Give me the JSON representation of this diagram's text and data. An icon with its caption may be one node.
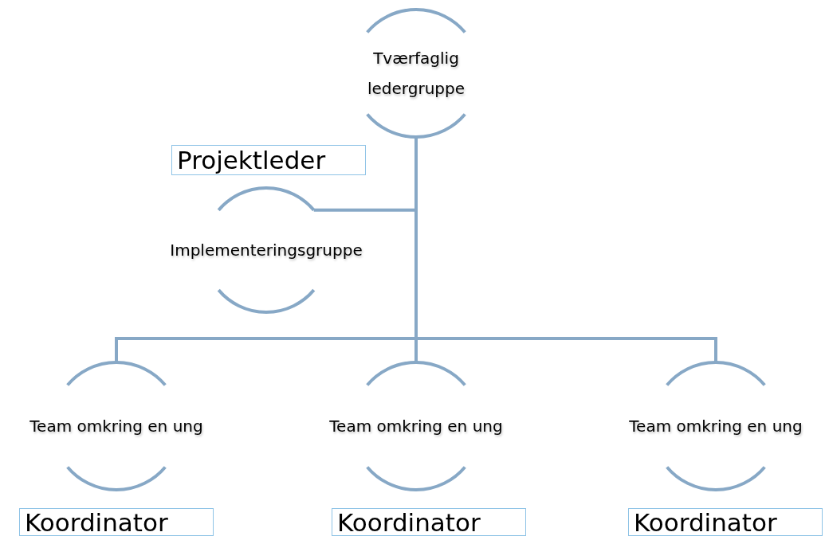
{
  "diagram": {
    "nodes": [
      {
        "text": [
          "Tværfaglig ledergruppe"
        ]
      },
      {
        "text": [
          "Projektleder"
        ]
      },
      {
        "text": [
          "Implementeringsgruppe"
        ]
      },
      {
        "text": [
          "Team omkring en ung"
        ]
      },
      {
        "text": [
          "Team omkring en ung"
        ]
      },
      {
        "text": [
          "Team omkring en ung"
        ]
      },
      {
        "text": [
          "Koordinator"
        ]
      },
      {
        "text": [
          "Koordinator"
        ]
      },
      {
        "text": [
          "Koordinator"
        ]
      }
    ],
    "edges": [
      {
        "from": 0,
        "to": 2,
        "arrow": "none"
      },
      {
        "from": 0,
        "to": 3,
        "arrow": "none"
      },
      {
        "from": 0,
        "to": 4,
        "arrow": "none"
      },
      {
        "from": 0,
        "to": 5,
        "arrow": "none"
      }
    ]
  }
}
